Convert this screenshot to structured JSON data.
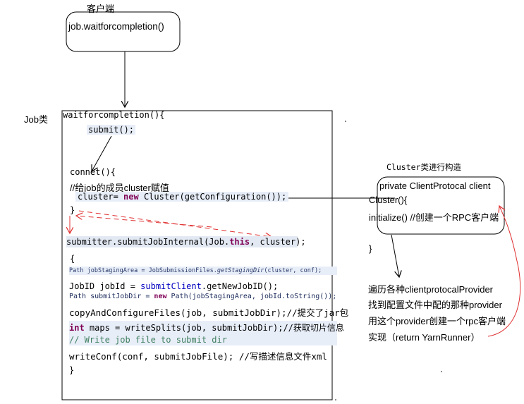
{
  "client": {
    "title": "客户端",
    "method": "job.waitforcompletion()"
  },
  "job": {
    "title": "Job类",
    "lines": {
      "l1": "waitforcompletion(){",
      "l2": "submit();",
      "l3": "connet(){",
      "l4": "//给job的成员cluster赋值",
      "l5_a": "cluster= ",
      "l5_kw": "new",
      "l5_b": " Cluster(getConfiguration());",
      "l6": "}",
      "l7_a": "submitter.submitJobInternal(Job.",
      "l7_kw": "this",
      "l7_b": ", cluster);",
      "l8": "{",
      "l9_a": "Path jobStagingArea = JobSubmissionFiles.",
      "l9_i": "getStagingDir",
      "l9_b": "(cluster, conf);",
      "l10_a": "JobID jobId = ",
      "l10_call": "submitClient",
      "l10_b": ".getNewJobID();",
      "l11_a": "Path submitJobDir = ",
      "l11_kw": "new",
      "l11_b": " Path(jobStagingArea, jobId.toString());",
      "l12": "copyAndConfigureFiles(job, submitJobDir);//提交了jar包",
      "l13_kw": "int",
      "l13_b": " maps = writeSplits(job, submitJobDir);//获取切片信息",
      "l14": "// Write job file to submit dir",
      "l15": "writeConf(conf, submitJobFile); //写描述信息文件xml",
      "l16": "}"
    }
  },
  "cluster": {
    "title": "Cluster类进行构造",
    "field": "private ClientProtocal client",
    "ctor": "Cluster(){",
    "init": "initialize()  //创建一个RPC客户端",
    "close": "}"
  },
  "notes": {
    "n1": "遍历各种clientprotocalProvider",
    "n2": "找到配置文件中配的那种provider",
    "n3": "用这个provider创建一个rpc客户端",
    "n4": "实现（return  YarnRunner）"
  },
  "colors": {
    "arrow_red": "#e03030",
    "line": "#000000",
    "highlight": "#e8eef8"
  }
}
